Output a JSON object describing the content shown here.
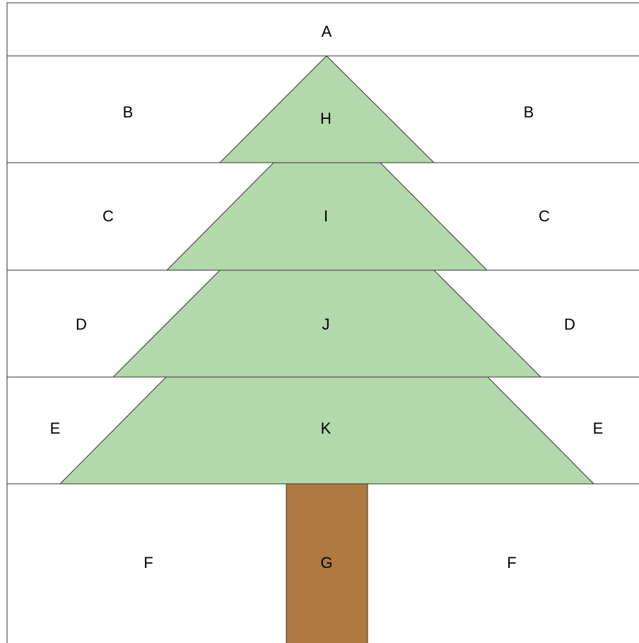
{
  "diagram": {
    "rows": {
      "a": {
        "label": "A"
      },
      "b": {
        "label_left": "B",
        "label_right": "B"
      },
      "c": {
        "label_left": "C",
        "label_right": "C"
      },
      "d": {
        "label_left": "D",
        "label_right": "D"
      },
      "e": {
        "label_left": "E",
        "label_right": "E"
      },
      "f": {
        "label_left": "F",
        "label_right": "F"
      }
    },
    "tree": {
      "tier_h": "H",
      "tier_i": "I",
      "tier_j": "J",
      "tier_k": "K",
      "trunk": "G"
    },
    "colors": {
      "foliage": "#b3d8ab",
      "trunk": "#b07940",
      "lines": "#333333",
      "background": "#ffffff"
    }
  }
}
